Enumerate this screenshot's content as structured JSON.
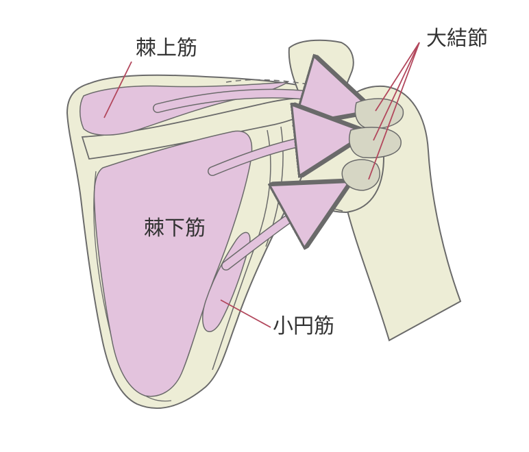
{
  "labels": {
    "supraspinatus": "棘上筋",
    "greater_tubercle": "大結節",
    "infraspinatus": "棘下筋",
    "teres_minor": "小円筋"
  },
  "colors": {
    "bone": "#ededd6",
    "muscle": "#e3c3dd",
    "outline": "#6a6a6a",
    "leader": "#b2475c",
    "facet": "#d6d6c4",
    "background": "#ffffff"
  }
}
